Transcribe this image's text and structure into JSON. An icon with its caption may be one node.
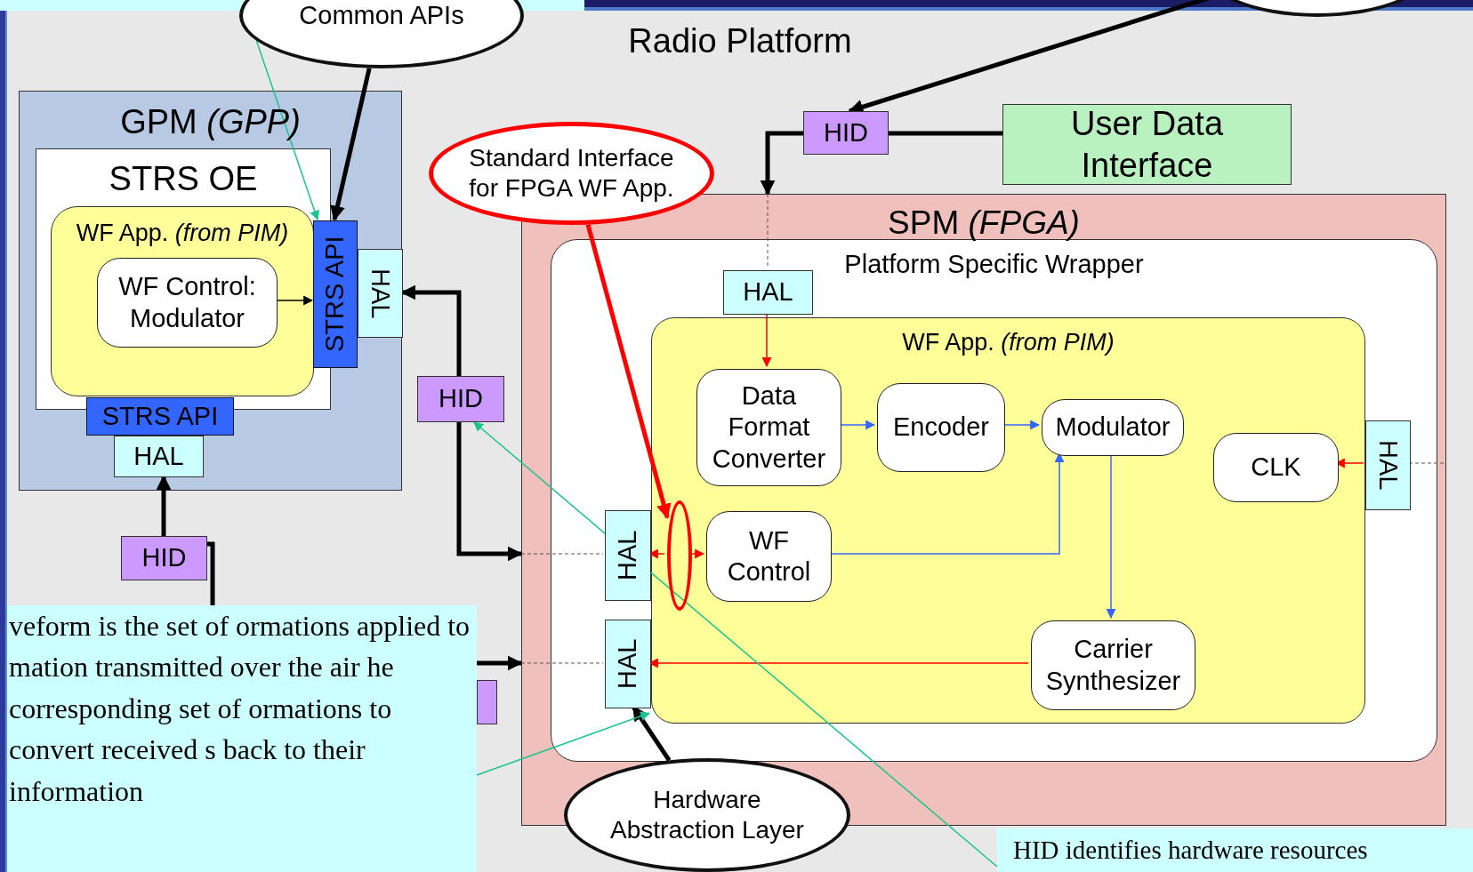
{
  "diagram": {
    "nodes": [
      {
        "text": [
          "Radio Platform"
        ]
      },
      {
        "text": [
          "Common APIs"
        ]
      },
      {
        "text": [],
        "shape": "circle"
      },
      {
        "text": [
          "GPM *(GPP)*"
        ],
        "in": 0
      },
      {
        "text": [
          "STRS OE"
        ],
        "in": 3
      },
      {
        "text": [
          "WF App. *(from PIM)*"
        ],
        "in": 4
      },
      {
        "text": [
          "WF Control: Modulator"
        ],
        "in": 5
      },
      {
        "text": [
          "STRS API"
        ],
        "in": 3
      },
      {
        "text": [
          "HAL"
        ],
        "in": 3
      },
      {
        "text": [
          "STRS API"
        ],
        "in": 3
      },
      {
        "text": [
          "HAL"
        ],
        "in": 3
      },
      {
        "text": [
          "Standard Interface for FPGA WF App."
        ],
        "in": 0
      },
      {
        "text": [
          "HID"
        ],
        "in": 0
      },
      {
        "text": [
          "User Data Interface"
        ],
        "in": 0
      },
      {
        "text": [
          "SPM *(FPGA)*"
        ],
        "in": 0
      },
      {
        "text": [
          "Platform Specific Wrapper"
        ],
        "in": 14
      },
      {
        "text": [
          "HAL"
        ],
        "in": 15
      },
      {
        "text": [
          "WF App. *(from PIM)*"
        ],
        "in": 15
      },
      {
        "text": [
          "Data Format Converter"
        ],
        "in": 17
      },
      {
        "text": [
          "Encoder"
        ],
        "in": 17
      },
      {
        "text": [
          "Modulator"
        ],
        "in": 17
      },
      {
        "text": [
          "CLK"
        ],
        "in": 17
      },
      {
        "text": [
          "HAL"
        ],
        "in": 15
      },
      {
        "text": [
          "HID"
        ],
        "in": 0
      },
      {
        "text": [
          "HAL"
        ],
        "in": 15
      },
      {
        "text": [],
        "shape": "circle",
        "in": 17
      },
      {
        "text": [
          "WF Control"
        ],
        "in": 17
      },
      {
        "text": [
          "HID"
        ],
        "in": 0
      },
      {
        "text": [
          "HAL"
        ],
        "in": 15
      },
      {
        "text": [
          "Carrier Synthesizer"
        ],
        "in": 17
      },
      {
        "text": [],
        "shape": "box",
        "in": 0
      },
      {
        "text": [
          "veform is the set of ormations applied to mation transmitted over the air he corresponding set of ormations to convert received s back to their information"
        ],
        "in": 0
      },
      {
        "text": [
          "Hardware Abstraction Layer"
        ],
        "in": 0
      },
      {
        "text": [
          "HID identifies hardware resources"
        ],
        "in": 0
      }
    ],
    "edges": [
      {
        "from": 1,
        "to": 7,
        "arrow": "to",
        "color": "#19c48f"
      },
      {
        "from": 1,
        "to": 7,
        "arrow": "to",
        "style": "thick"
      },
      {
        "from": 2,
        "to": 12,
        "arrow": "to",
        "style": "thick"
      },
      {
        "from": 12,
        "to": 13,
        "arrow": "none",
        "style": "thick"
      },
      {
        "from": 12,
        "to": 14,
        "arrow": "to",
        "style": "thick"
      },
      {
        "from": 14,
        "to": 16,
        "arrow": "none",
        "style": "dashed"
      },
      {
        "from": 6,
        "to": 7,
        "arrow": "to"
      },
      {
        "from": 27,
        "to": 10,
        "arrow": "to",
        "style": "thick"
      },
      {
        "from": 27,
        "to": 31,
        "arrow": "none",
        "style": "thick"
      },
      {
        "from": 23,
        "to": 8,
        "arrow": "to",
        "style": "thick"
      },
      {
        "from": 23,
        "to": 14,
        "arrow": "to",
        "style": "thick"
      },
      {
        "from": 14,
        "to": 24,
        "arrow": "none",
        "style": "dashed"
      },
      {
        "from": 31,
        "to": 14,
        "arrow": "to",
        "style": "thick"
      },
      {
        "from": 14,
        "to": 28,
        "arrow": "none",
        "style": "dashed"
      },
      {
        "from": 11,
        "to": 25,
        "arrow": "to",
        "style": "thick",
        "color": "#ff0000"
      },
      {
        "from": 16,
        "to": 18,
        "arrow": "to",
        "color": "#ff0000"
      },
      {
        "from": 18,
        "to": 19,
        "arrow": "to",
        "color": "#3366ff"
      },
      {
        "from": 19,
        "to": 20,
        "arrow": "to",
        "color": "#3366ff"
      },
      {
        "from": 26,
        "to": 20,
        "arrow": "to",
        "color": "#3366ff"
      },
      {
        "from": 20,
        "to": 29,
        "arrow": "to",
        "color": "#3366ff"
      },
      {
        "from": 29,
        "to": 28,
        "arrow": "to",
        "color": "#ff0000"
      },
      {
        "from": 25,
        "to": 24,
        "arrow": "to",
        "color": "#ff0000"
      },
      {
        "from": 22,
        "to": 21,
        "arrow": "to",
        "color": "#ff0000"
      },
      {
        "from": 22,
        "to": 14,
        "arrow": "none",
        "style": "dashed"
      },
      {
        "from": 32,
        "to": 28,
        "arrow": "to",
        "style": "thick"
      },
      {
        "from": 31,
        "to": 17,
        "arrow": "to",
        "color": "#19c48f"
      },
      {
        "from": 33,
        "to": 23,
        "arrow": "to",
        "color": "#19c48f"
      },
      {
        "from": 25,
        "to": 26,
        "arrow": "to",
        "color": "#ff0000"
      }
    ]
  }
}
